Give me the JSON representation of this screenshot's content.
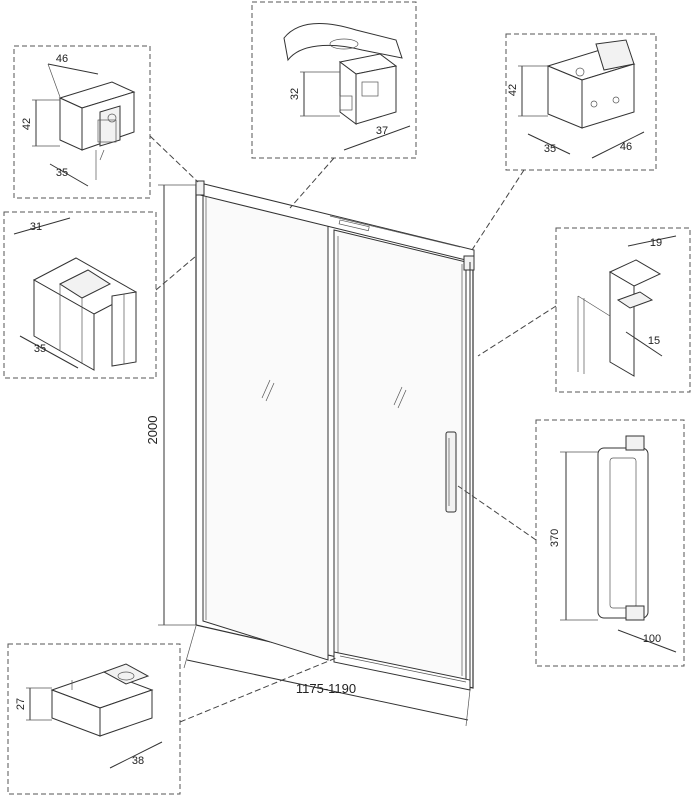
{
  "door": {
    "height_label": "2000",
    "width_label": "1175-1190"
  },
  "details": {
    "top_left_bracket": {
      "width": "46",
      "height": "42",
      "depth": "35"
    },
    "top_rail": {
      "height": "32",
      "width": "37"
    },
    "top_right_bracket": {
      "height": "42",
      "depth": "35",
      "width": "46"
    },
    "wall_profile": {
      "width": "31",
      "depth": "35"
    },
    "side_profile": {
      "width": "19",
      "depth": "15"
    },
    "handle": {
      "length": "370",
      "depth": "100"
    },
    "bottom_guide": {
      "height": "27",
      "width": "38"
    }
  }
}
